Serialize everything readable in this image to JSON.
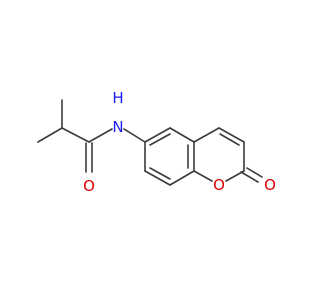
{
  "molecule": {
    "atoms": {
      "nh_label": "N",
      "nh_hydrogen": "H",
      "amide_oxygen": "O",
      "ring_oxygen": "O",
      "carbonyl_oxygen": "O"
    },
    "colors": {
      "bond": "#3a3a3a",
      "oxygen": "#e00000",
      "nitrogen": "#1a1aff",
      "background": "#ffffff"
    }
  }
}
